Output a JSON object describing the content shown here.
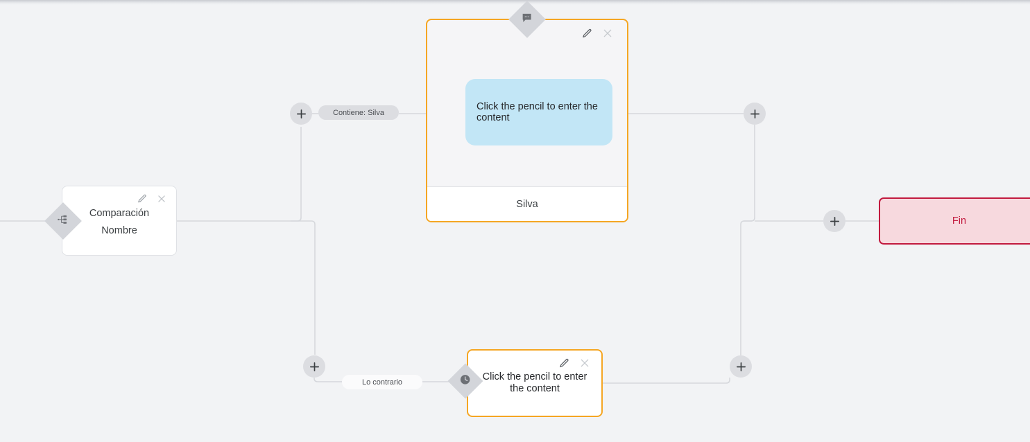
{
  "canvas": {
    "background_color": "#f2f3f5",
    "edge_color": "#d6d8dc"
  },
  "nodes": {
    "comparison": {
      "name": "comparison-node",
      "title": "Comparación",
      "subtitle": "Nombre",
      "badge_icon": "branch-split-icon",
      "edit_icon": "pencil-icon",
      "close_icon": "close-icon",
      "border_color": "#dfe1e5",
      "background_color": "#ffffff"
    },
    "message": {
      "name": "message-node",
      "bubble_text": "Click the pencil to enter the content",
      "footer_label": "Silva",
      "badge_icon": "message-bubble-icon",
      "edit_icon": "pencil-icon",
      "close_icon": "close-icon",
      "border_color": "#f5a623",
      "bubble_color": "#c2e6f6",
      "background_color": "#f5f5f7"
    },
    "delay": {
      "name": "delay-node",
      "text": "Click the pencil to enter the content",
      "badge_icon": "clock-icon",
      "edit_icon": "pencil-icon",
      "close_icon": "close-icon",
      "border_color": "#f5a623",
      "background_color": "#ffffff"
    },
    "end": {
      "name": "end-node",
      "label": "Fin",
      "border_color": "#c2193e",
      "background_color": "#f7d9de",
      "text_color": "#c2193e"
    }
  },
  "edge_labels": {
    "contiene": "Contiene: Silva",
    "contrario": "Lo contrario"
  },
  "add_buttons": [
    {
      "name": "add-node-button-branch-true",
      "icon": "plus-icon"
    },
    {
      "name": "add-node-button-branch-false",
      "icon": "plus-icon"
    },
    {
      "name": "add-node-button-after-message",
      "icon": "plus-icon"
    },
    {
      "name": "add-node-button-after-delay",
      "icon": "plus-icon"
    },
    {
      "name": "add-node-button-before-end",
      "icon": "plus-icon"
    }
  ]
}
